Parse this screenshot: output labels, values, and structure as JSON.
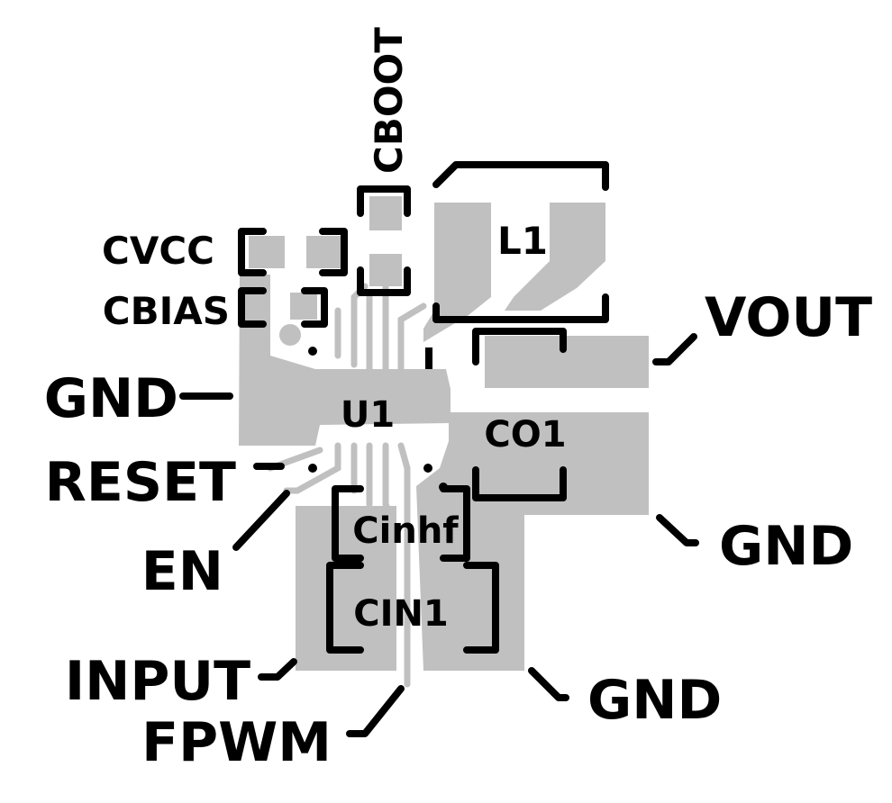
{
  "colors": {
    "copper": "#c0c0c0",
    "silkscreen": "#000000",
    "background": "#ffffff"
  },
  "labels": {
    "cboot": "CBOOT",
    "cvcc": "CVCC",
    "cbias": "CBIAS",
    "gnd_left": "GND",
    "reset": "RESET",
    "en": "EN",
    "input": "INPUT",
    "fpwm": "FPWM",
    "l1": "L1",
    "vout": "VOUT",
    "u1": "U1",
    "co1": "CO1",
    "gnd_right": "GND",
    "cinhf": "Cinhf",
    "cin1": "CIN1",
    "gnd_bottom": "GND"
  }
}
